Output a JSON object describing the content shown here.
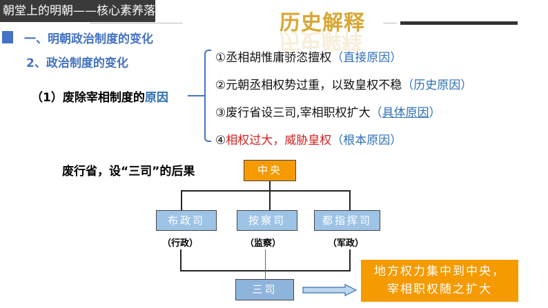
{
  "header": {
    "title": "朝堂上的明朝——核心素养落实",
    "logo": "历史解释"
  },
  "section": {
    "heading": "一、明朝政治制度的变化",
    "subheading": "2、政治制度的变化"
  },
  "question": {
    "prefix": "（1）废除宰相制度的",
    "highlight": "原因"
  },
  "reasons": [
    {
      "text": "①丞相胡惟庸骄恣擅权",
      "tag": "（直接原因）"
    },
    {
      "text": "②元朝丞相权势过重，以致皇权不稳",
      "tag": "（历史原因）"
    },
    {
      "text": "③废行省设三司,宰相职权扩大",
      "tag": "具体原因",
      "paren_l": "（",
      "paren_r": "）"
    },
    {
      "text_prefix": "④",
      "text": "相权过大，威胁皇权",
      "tag": "（根本原因）"
    }
  ],
  "diagram": {
    "title": "废行省，设“三司”的后果",
    "center": "中央",
    "offices": [
      {
        "name": "布政司",
        "role": "（行政）"
      },
      {
        "name": "按察司",
        "role": "（监察）"
      },
      {
        "name": "都指挥司",
        "role": "（军政）"
      }
    ],
    "merged": "三司",
    "result": [
      "地方权力集中到中央，",
      "宰相职权随之扩大"
    ]
  },
  "colors": {
    "accent": "#4472c4",
    "orange": "#f59a00",
    "light_blue": "#9dc3e6",
    "red": "#d21f1f"
  }
}
